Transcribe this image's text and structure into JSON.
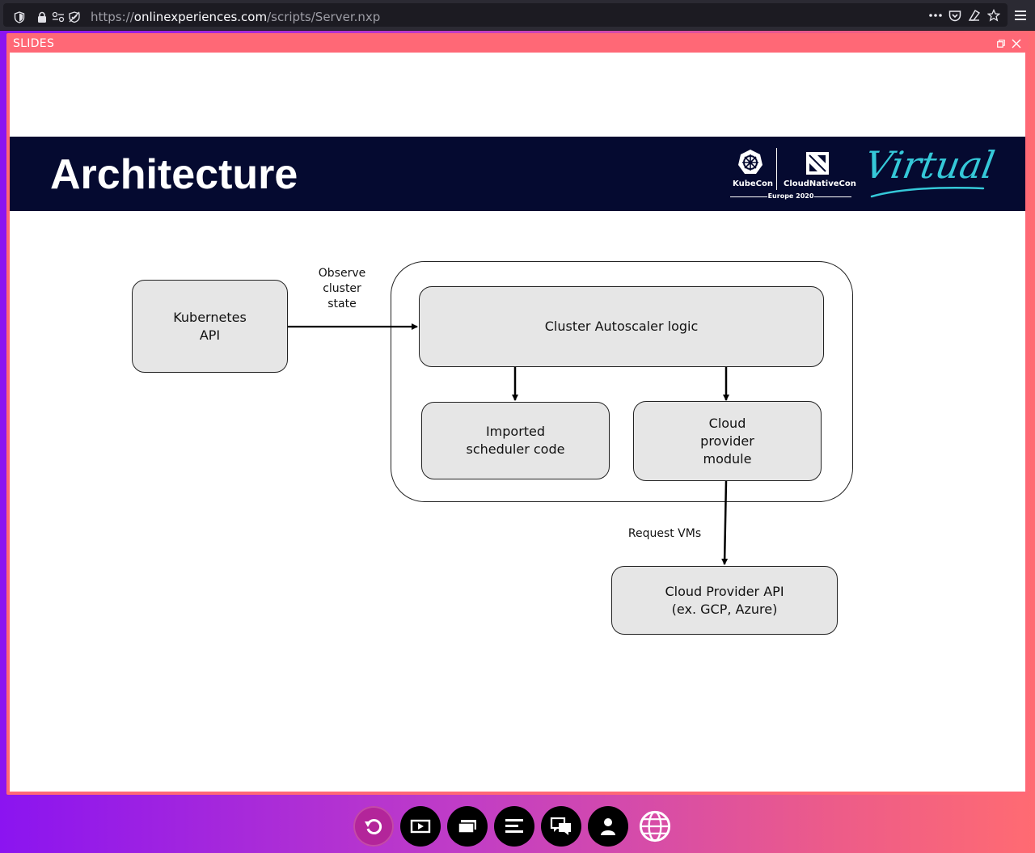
{
  "browser": {
    "url_scheme": "https://",
    "url_domain": "onlinexperiences.com",
    "url_path": "/scripts/Server.nxp",
    "icons": [
      "shield-icon",
      "lock-icon",
      "permissions-icon",
      "tracking-icon",
      "more-icon",
      "pocket-icon",
      "library-icon",
      "bookmark-star-icon",
      "menu-icon"
    ]
  },
  "panel": {
    "title": "SLIDES",
    "icons": [
      "restore-icon",
      "close-icon"
    ]
  },
  "slide": {
    "title": "Architecture",
    "logo": {
      "kubecon": "KubeCon",
      "cloudnativecon": "CloudNativeCon",
      "event": "Europe 2020",
      "virtual": "Virtual"
    },
    "diagram": {
      "kubernetes_api": [
        "Kubernetes",
        "API"
      ],
      "observe_label": [
        "Observe",
        "cluster",
        "state"
      ],
      "autoscaler_logic": "Cluster Autoscaler logic",
      "scheduler_code": [
        "Imported",
        "scheduler code"
      ],
      "provider_module": [
        "Cloud",
        "provider",
        "module"
      ],
      "request_label": "Request VMs",
      "cloud_api": [
        "Cloud Provider API",
        "(ex. GCP, Azure)"
      ]
    }
  },
  "dock": {
    "buttons": [
      "refresh-icon",
      "video-icon",
      "slides-icon",
      "agenda-icon",
      "chat-icon",
      "profile-icon",
      "language-icon"
    ]
  },
  "colors": {
    "banner": "#050a30",
    "panel_frame": "#ff6876",
    "box_fill": "#e6e6e6",
    "virtual_accent": "#35c8d8",
    "dock_active": "#b3259a"
  }
}
